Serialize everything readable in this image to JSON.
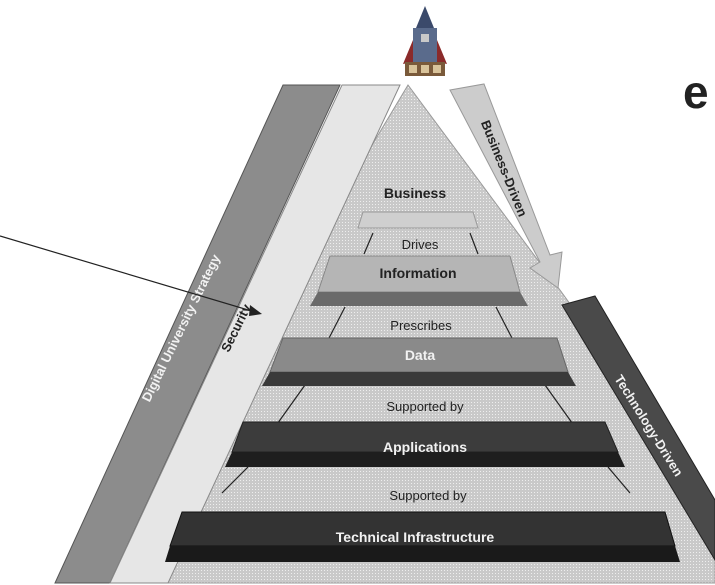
{
  "partial_heading": "e",
  "tiers": {
    "business": "Business",
    "information": "Information",
    "data": "Data",
    "applications": "Applications",
    "infrastructure": "Technical Infrastructure"
  },
  "connectors": {
    "drives": "Drives",
    "prescribes": "Prescribes",
    "supported_by_1": "Supported by",
    "supported_by_2": "Supported by"
  },
  "side_bands": {
    "strategy": "Digital University Strategy",
    "security": "Security"
  },
  "arrows": {
    "business_driven": "Business-Driven",
    "technology_driven": "Technology-Driven"
  },
  "icons": [
    "rocket-icon"
  ],
  "colors": {
    "pyramid_fill": "#d6d6d6",
    "strategy_band": "#8c8c8c",
    "security_band": "#e6e6e6",
    "business_slab": "#cfcfcf",
    "information_slab": "#b5b5b5",
    "data_slab": "#8a8a8a",
    "applications_slab": "#3c3c3c",
    "infrastructure_slab": "#333333",
    "technology_bar": "#4a4a4a"
  }
}
